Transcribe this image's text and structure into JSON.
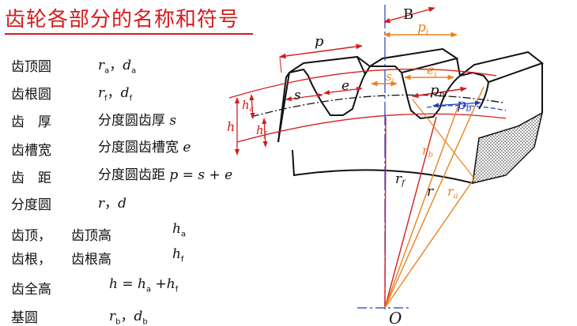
{
  "title": "齿轮各部分的名称和符号",
  "terms": [
    {
      "label": "齿顶圆",
      "s1": "r",
      "s1sub": "a",
      "sep": "，",
      "s2": "d",
      "s2sub": "a"
    },
    {
      "label": "齿根圆",
      "s1": "r",
      "s1sub": "f",
      "sep": "，",
      "s2": "d",
      "s2sub": "f"
    },
    {
      "label": "齿　厚",
      "text": "分度圆齿厚",
      "s1": "s"
    },
    {
      "label": "齿槽宽",
      "text": "分度圆齿槽宽",
      "s1": "e"
    },
    {
      "label": "齿　距",
      "text": "分度圆齿距",
      "eq": "p = s + e"
    },
    {
      "label": "分度圆",
      "s1": "r",
      "sep": "，",
      "s2": "d"
    },
    {
      "label": "齿顶，",
      "label2": "齿顶高",
      "s1": "h",
      "s1sub": "a"
    },
    {
      "label": "齿根，",
      "label2": "齿根高",
      "s1": "h",
      "s1sub": "f"
    },
    {
      "label": "齿全高",
      "eq_h": "h",
      "eq_eq": " = ",
      "eq_a": "h",
      "eq_asub": "a",
      "eq_plus": " +",
      "eq_f": "h",
      "eq_fsub": "f"
    },
    {
      "label": "基圆",
      "s1": "r",
      "s1sub": "b",
      "sep": "，",
      "s2": "d",
      "s2sub": "b"
    }
  ],
  "diagram": {
    "B": "B",
    "p": "p",
    "pi": "p",
    "pi_sub": "i",
    "ei": "e",
    "ei_sub": "i",
    "si": "s",
    "si_sub": "i",
    "pn": "p",
    "pn_sub": "n",
    "pb": "p",
    "pb_sub": "b",
    "s": "s",
    "e": "e",
    "ha": "h",
    "ha_sub": "a",
    "hf": "h",
    "hf_sub": "f",
    "h": "h",
    "rf": "r",
    "rf_sub": "f",
    "rb": "r",
    "rb_sub": "b",
    "r": "r",
    "ra": "r",
    "ra_sub": "a",
    "O": "O"
  },
  "colors": {
    "red": "#d41c1c",
    "orange": "#e8821e",
    "blue": "#1f3fb8",
    "black": "#111111"
  }
}
